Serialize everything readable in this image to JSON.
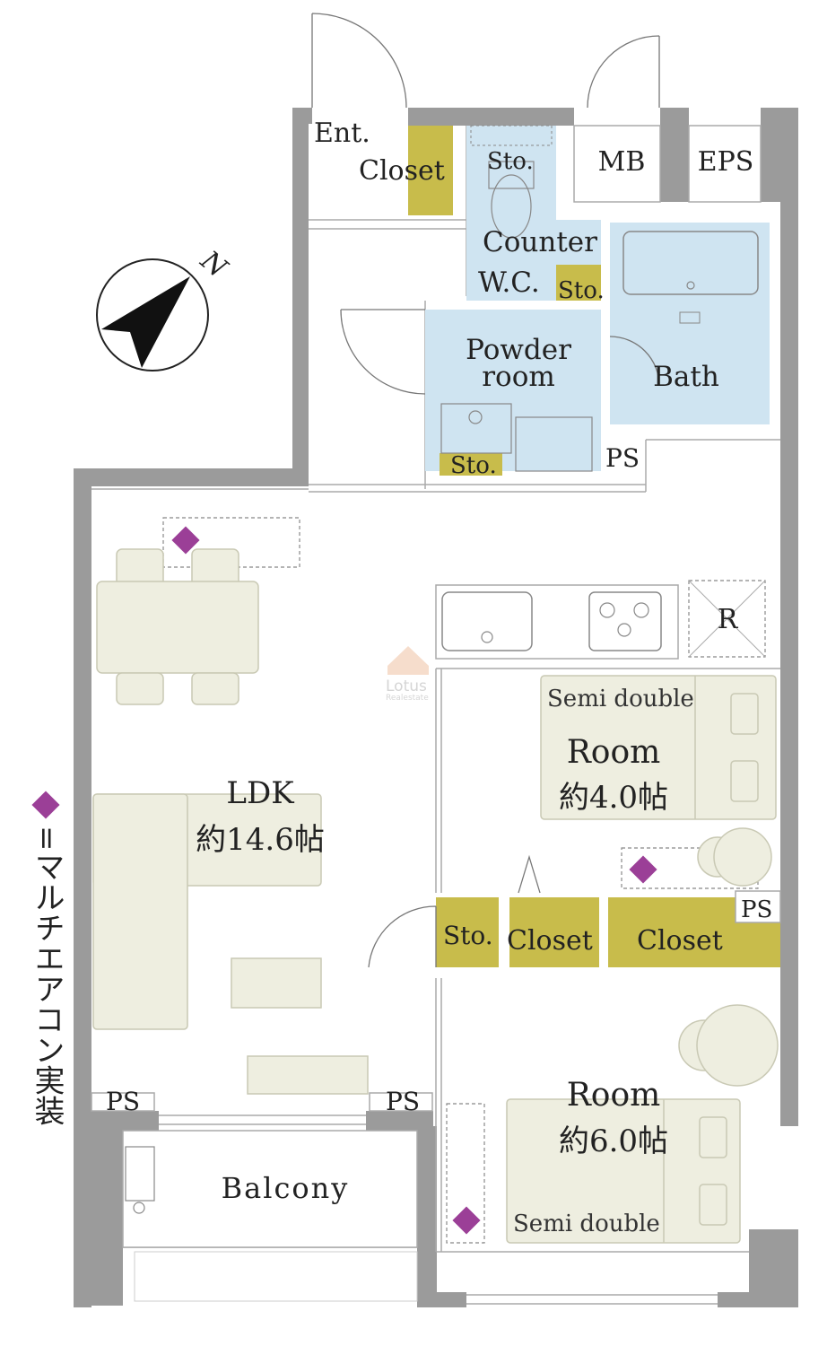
{
  "rooms": {
    "entrance": "Ent.",
    "closet_entrance": "Closet",
    "storage_toilet": "Sto.",
    "mb": "MB",
    "eps": "EPS",
    "counter": "Counter",
    "wc": "W.C.",
    "storage_wc": "Sto.",
    "powder_line1": "Powder",
    "powder_line2": "room",
    "bath": "Bath",
    "storage_powder": "Sto.",
    "ps_bath": "PS",
    "refrigerator": "R",
    "ldk": "LDK",
    "ldk_size": "約14.6帖",
    "room1": "Room",
    "room1_size": "約4.0帖",
    "bed1": "Semi double",
    "storage_mid": "Sto.",
    "closet_mid1": "Closet",
    "closet_mid2": "Closet",
    "ps_mid": "PS",
    "room2": "Room",
    "room2_size": "約6.0帖",
    "bed2": "Semi double",
    "ps_left": "PS",
    "ps_right": "PS",
    "balcony": "Balcony"
  },
  "legend": {
    "text": "=マルチエアコン実装"
  },
  "compass": {
    "label": "N"
  },
  "watermark": {
    "name": "Lotus",
    "sub": "Realestate"
  },
  "colors": {
    "wall": "#9b9b9b",
    "wet_area": "#cfe4f1",
    "storage": "#c8bc4b",
    "furniture": "#eeeee0",
    "air_conditioner": "#9b3f97"
  }
}
